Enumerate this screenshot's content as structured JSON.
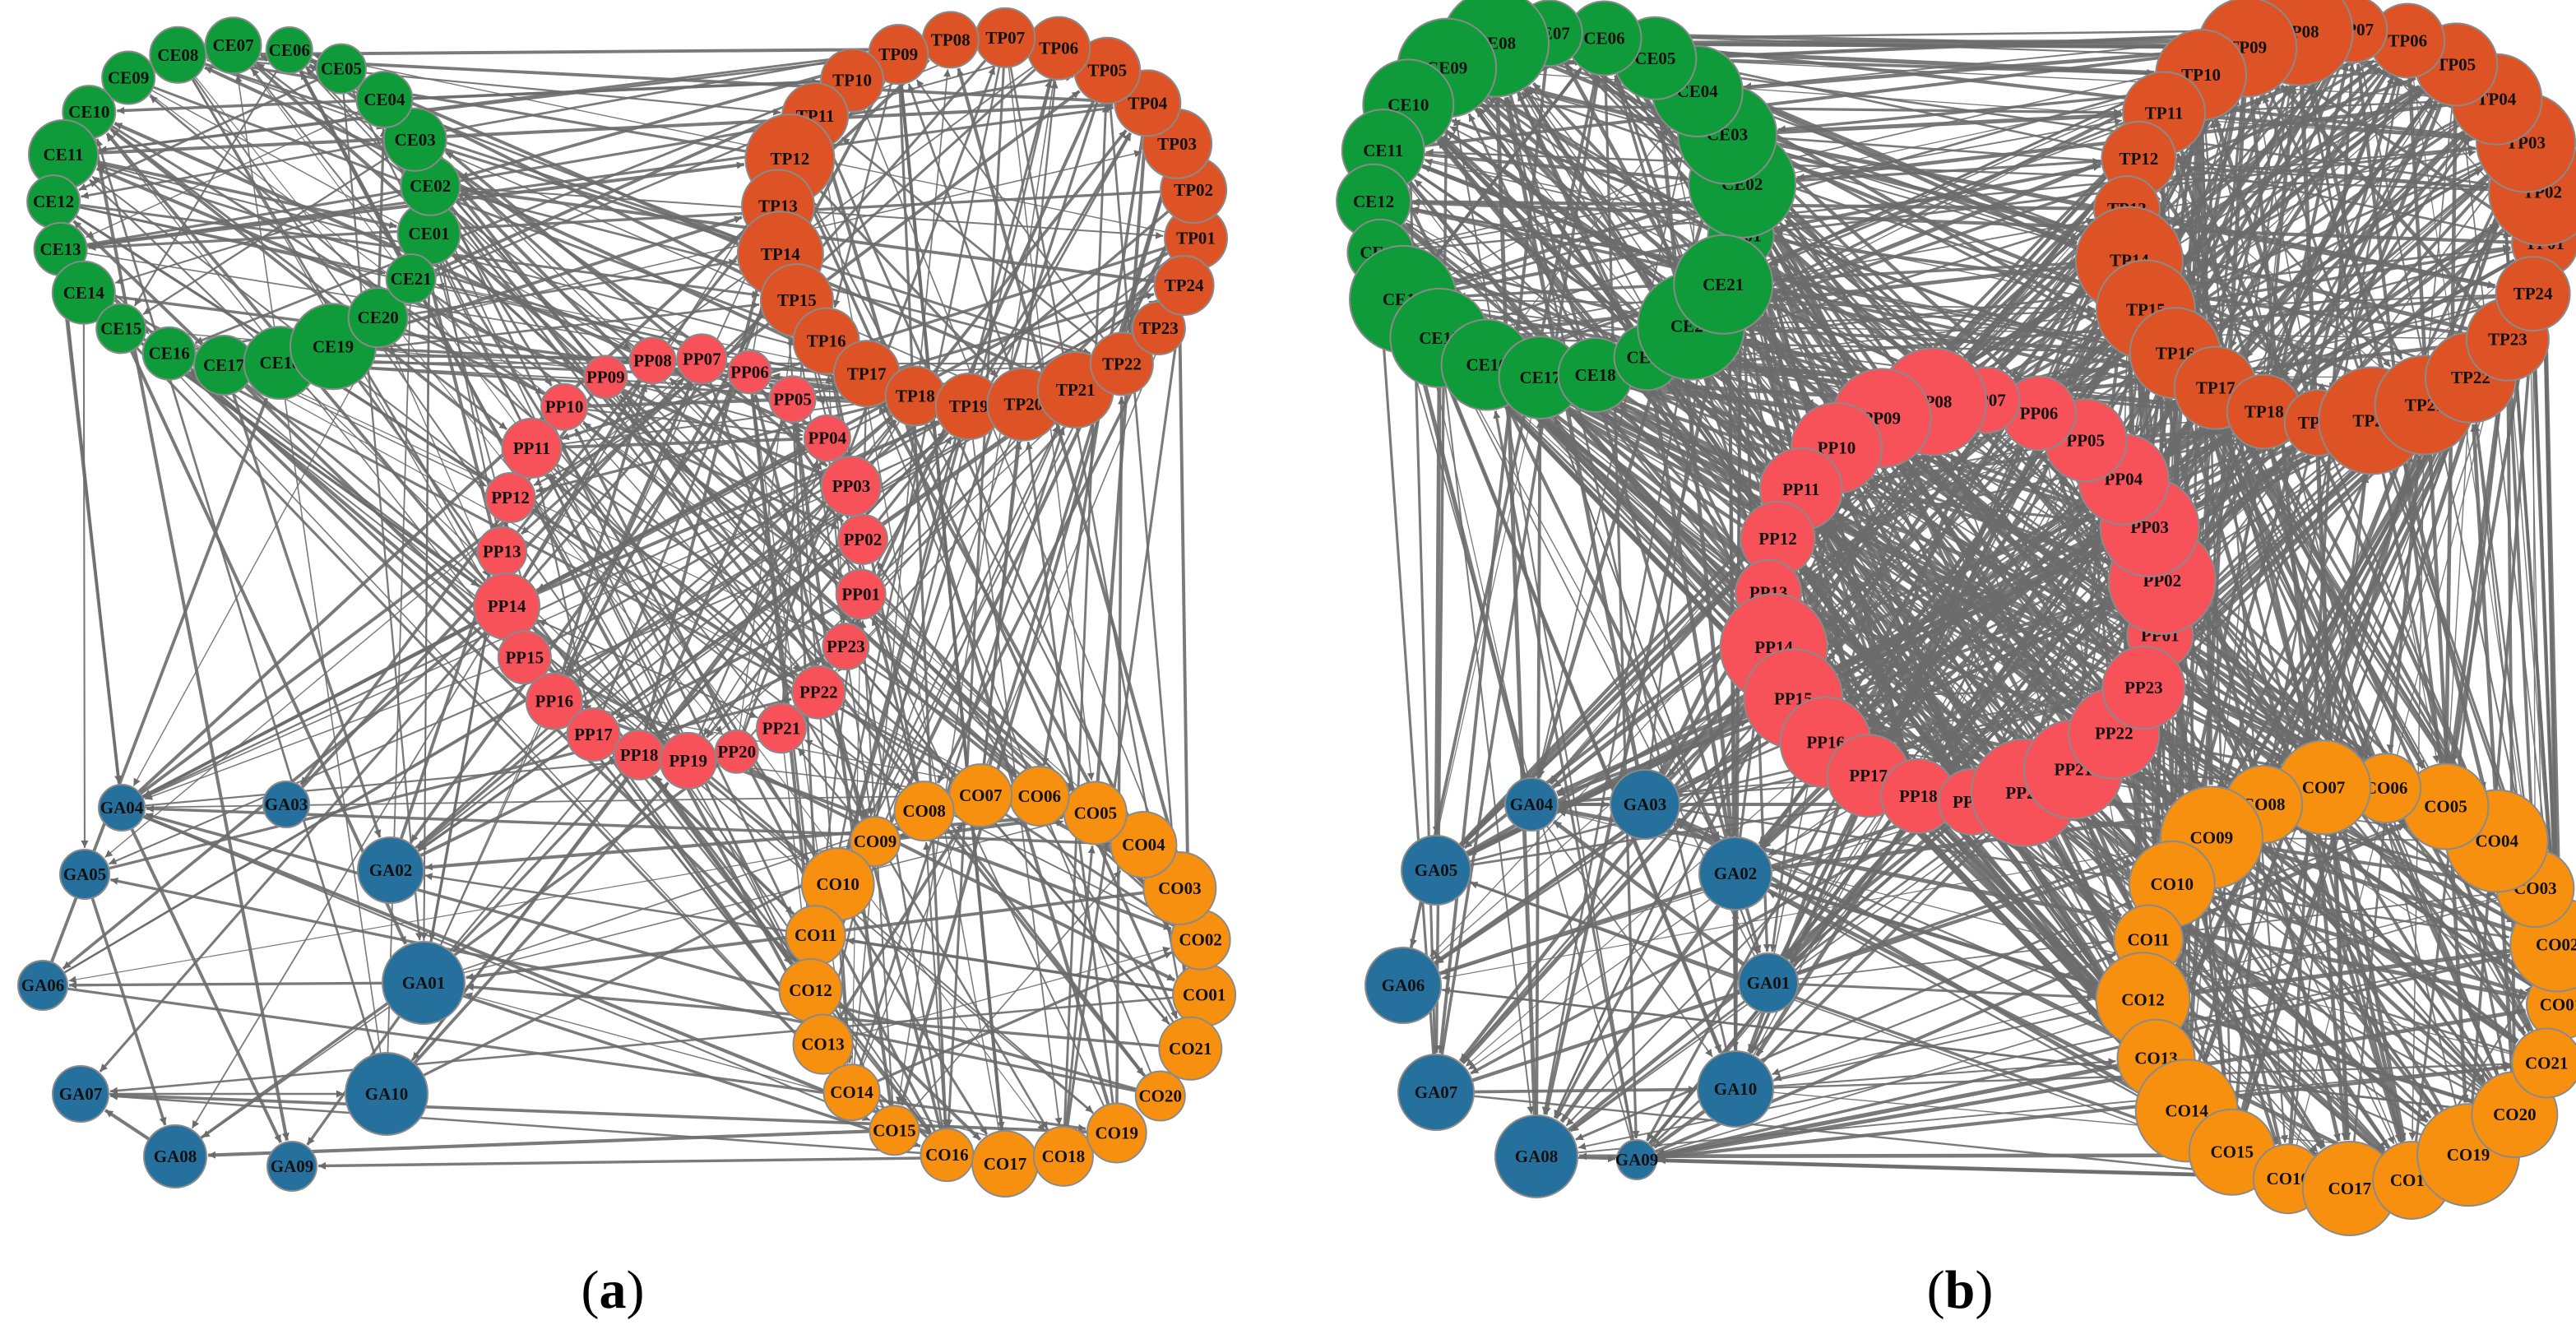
{
  "colors": {
    "CE": "#109b3a",
    "TP": "#de5326",
    "PP": "#f7525a",
    "GA": "#26709e",
    "CO": "#f7900f",
    "edge": "#6b6b6b",
    "node_stroke": "#8a8a8a"
  },
  "panels": [
    {
      "id": "a",
      "open": "(",
      "letter": "a",
      "close": ")"
    },
    {
      "id": "b",
      "open": "(",
      "letter": "b",
      "close": ")"
    }
  ],
  "groups": {
    "CE": [
      "CE01",
      "CE02",
      "CE03",
      "CE04",
      "CE05",
      "CE06",
      "CE07",
      "CE08",
      "CE09",
      "CE10",
      "CE11",
      "CE12",
      "CE13",
      "CE14",
      "CE15",
      "CE16",
      "CE17",
      "CE18",
      "CE19",
      "CE20",
      "CE21"
    ],
    "TP": [
      "TP01",
      "TP02",
      "TP03",
      "TP04",
      "TP05",
      "TP06",
      "TP07",
      "TP08",
      "TP09",
      "TP10",
      "TP11",
      "TP12",
      "TP13",
      "TP14",
      "TP15",
      "TP16",
      "TP17",
      "TP18",
      "TP19",
      "TP20",
      "TP21",
      "TP22",
      "TP23",
      "TP24"
    ],
    "PP": [
      "PP01",
      "PP02",
      "PP03",
      "PP04",
      "PP05",
      "PP06",
      "PP07",
      "PP08",
      "PP09",
      "PP10",
      "PP11",
      "PP12",
      "PP13",
      "PP14",
      "PP15",
      "PP16",
      "PP17",
      "PP18",
      "PP19",
      "PP20",
      "PP21",
      "PP22",
      "PP23"
    ],
    "GA": [
      "GA01",
      "GA02",
      "GA03",
      "GA04",
      "GA05",
      "GA06",
      "GA07",
      "GA08",
      "GA09",
      "GA10"
    ],
    "CO": [
      "CO01",
      "CO02",
      "CO03",
      "CO04",
      "CO05",
      "CO06",
      "CO07",
      "CO08",
      "CO09",
      "CO10",
      "CO11",
      "CO12",
      "CO13",
      "CO14",
      "CO15",
      "CO16",
      "CO17",
      "CO18",
      "CO19",
      "CO20",
      "CO21"
    ]
  },
  "edge_density": {
    "a": 0.035,
    "b": 0.085
  }
}
